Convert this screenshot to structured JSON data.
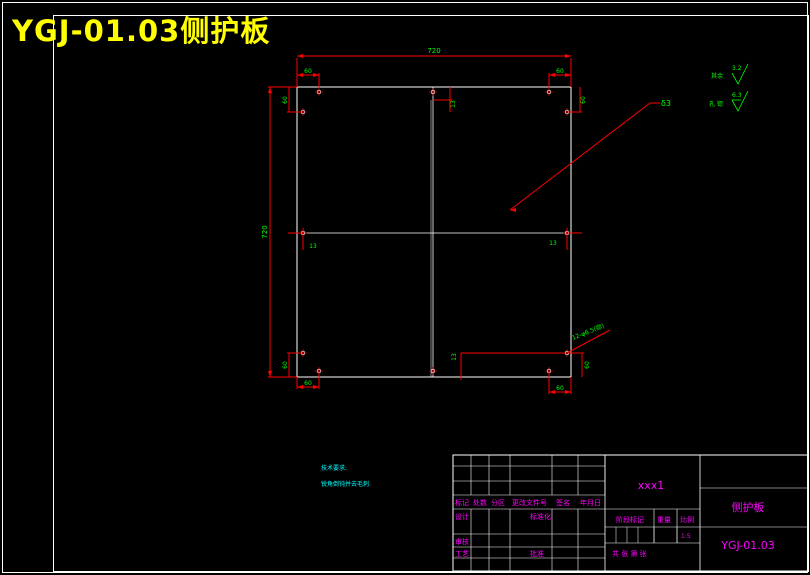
{
  "drawing_title": "YGJ-01.03侧护板",
  "dimensions": {
    "overall_width": "720",
    "overall_height": "720",
    "edge_offset_top_left": "60",
    "edge_offset_top_right": "60",
    "edge_offset_left_top": "60",
    "edge_offset_right_top": "60",
    "edge_offset_bottom_left": "60",
    "edge_offset_bottom_right": "60",
    "edge_offset_left_bottom": "60",
    "edge_offset_right_bottom": "60",
    "slot_top": "13",
    "slot_left": "13",
    "slot_right": "13",
    "slot_bottom": "13",
    "hole_callout": "12-φ6.5(锪)",
    "thickness_callout": "δ3"
  },
  "roughness": {
    "item1_label": "其余",
    "item1_value": "3.2",
    "item2_label": "孔 锪",
    "item2_value": "6.3"
  },
  "notes": {
    "heading": "技术要求:",
    "line1": "锐角倒钝并去毛刺."
  },
  "title_block": {
    "rev_headers": [
      "标记",
      "处数",
      "分区",
      "更改文件号",
      "签名",
      "年月日"
    ],
    "row_design": "设计",
    "row_standard": "标准化",
    "row_review": "审核",
    "row_process": "工艺",
    "row_approve": "批准",
    "material": "xxx1",
    "stage_mark": "阶段标记",
    "weight": "重量",
    "scale": "比例",
    "scale_value": "1:5",
    "sheet_info": "共  张 第  张",
    "part_name": "侧护板",
    "drawing_number": "YGJ-01.03"
  },
  "colors": {
    "background": "#000000",
    "outline": "#ffffff",
    "dimension": "#ff0000",
    "dimension_text": "#00ff00",
    "title": "#ffff00",
    "note_text": "#00ffff",
    "block_text": "#ff00ff"
  }
}
